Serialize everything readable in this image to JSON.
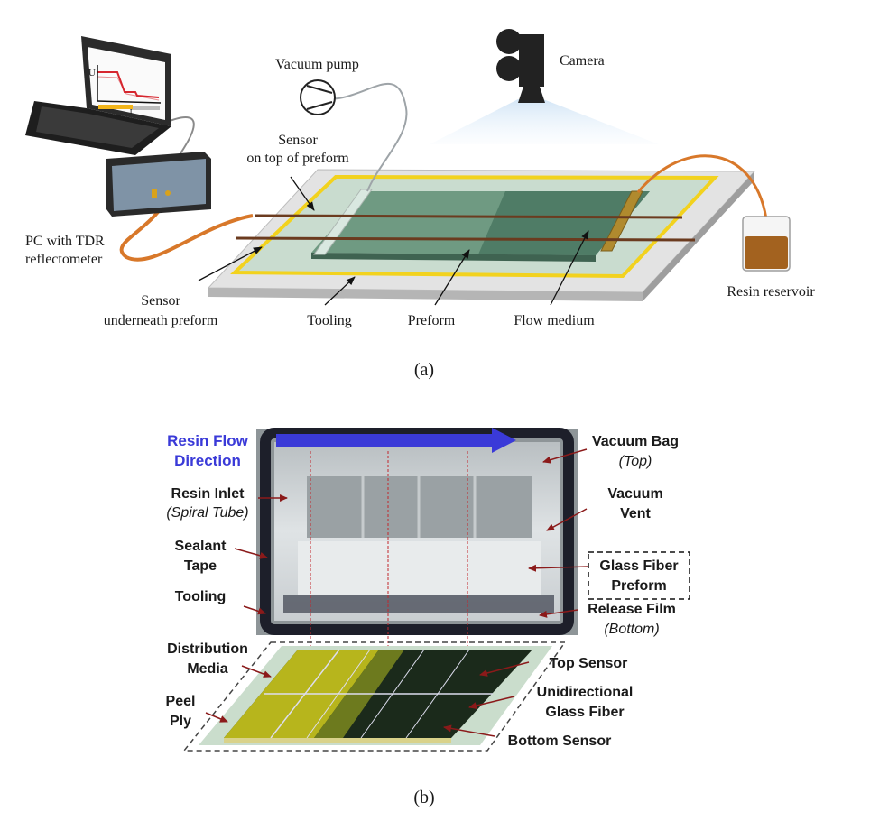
{
  "panel_a": {
    "caption": "(a)",
    "vacuum_pump": "Vacuum pump",
    "camera": "Camera",
    "sensor_top_line1": "Sensor",
    "sensor_top_line2": "on top of  preform",
    "pc_line1": "PC with TDR",
    "pc_line2": "reflectometer",
    "sensor_under_line1": "Sensor",
    "sensor_under_line2": "underneath preform",
    "tooling": "Tooling",
    "preform": "Preform",
    "flow_medium": "Flow medium",
    "resin_reservoir": "Resin reservoir",
    "graph_u": "U",
    "graph_t": "t"
  },
  "panel_b": {
    "caption": "(b)",
    "resin_flow_line1": "Resin Flow",
    "resin_flow_line2": "Direction",
    "resin_inlet_line1": "Resin Inlet",
    "resin_inlet_line2": "(Spiral Tube)",
    "sealant_line1": "Sealant",
    "sealant_line2": "Tape",
    "tooling": "Tooling",
    "vacuum_bag_line1": "Vacuum Bag",
    "vacuum_bag_line2": "(Top)",
    "vacuum_vent_line1": "Vacuum",
    "vacuum_vent_line2": "Vent",
    "glass_fiber_line1": "Glass Fiber",
    "glass_fiber_line2": "Preform",
    "release_film_line1": "Release Film",
    "release_film_line2": "(Bottom)",
    "distribution_line1": "Distribution",
    "distribution_line2": "Media",
    "peel_line1": "Peel",
    "peel_line2": "Ply",
    "top_sensor": "Top Sensor",
    "unidirectional_line1": "Unidirectional",
    "unidirectional_line2": "Glass Fiber",
    "bottom_sensor": "Bottom Sensor"
  },
  "colors": {
    "yellow_border": "#f2d21e",
    "preform_green": "#6f9a82",
    "resin_orange": "#d8782a",
    "flow_arrow_blue": "#3a3ad8",
    "leader_red": "#8b1a1a"
  }
}
